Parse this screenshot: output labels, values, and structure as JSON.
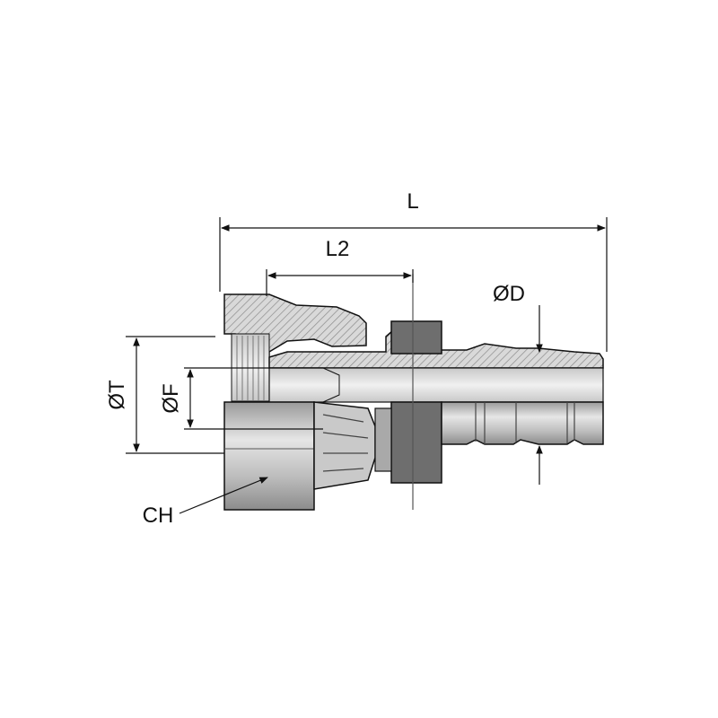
{
  "labels": {
    "length": "L",
    "length2": "L2",
    "diameter_d": "ØD",
    "diameter_t": "ØT",
    "diameter_f": "ØF",
    "hex_size": "CH"
  },
  "colors": {
    "line": "#111111",
    "body_light": "#dcdcdc",
    "body_mid": "#bdbdbd",
    "body_dark": "#6f6f6f",
    "hatch": "#8a8a8a",
    "centerline": "#555555"
  }
}
